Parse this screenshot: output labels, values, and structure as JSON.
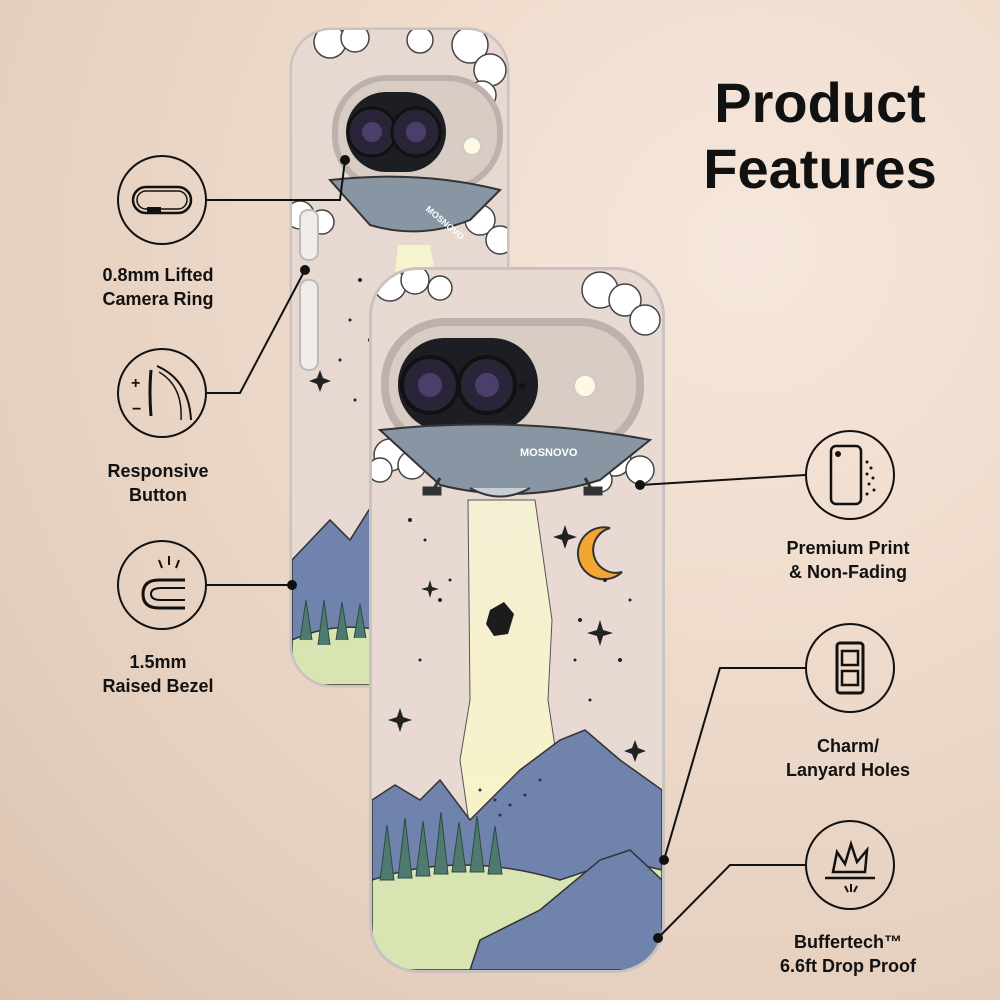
{
  "title": {
    "line1": "Product",
    "line2": "Features"
  },
  "brand": "MOSNOVO",
  "features": {
    "camera_ring": {
      "line1": "0.8mm Lifted",
      "line2": "Camera Ring",
      "icon": "camera-ring-icon"
    },
    "button": {
      "line1": "Responsive",
      "line2": "Button",
      "icon": "side-button-icon"
    },
    "bezel": {
      "line1": "1.5mm",
      "line2": "Raised Bezel",
      "icon": "raised-bezel-icon"
    },
    "print": {
      "line1": "Premium Print",
      "line2": "& Non-Fading",
      "icon": "phone-print-icon"
    },
    "lanyard": {
      "line1": "Charm/",
      "line2": "Lanyard Holes",
      "icon": "lanyard-hole-icon"
    },
    "drop": {
      "line1": "Buffertech™",
      "line2": "6.6ft Drop Proof",
      "icon": "drop-proof-icon"
    }
  },
  "colors": {
    "moon": "#f3a632",
    "mountain": "#6f83ad",
    "grass": "#d8e4b2",
    "beam": "#f6f3cf",
    "forest": "#4f7a6f"
  }
}
